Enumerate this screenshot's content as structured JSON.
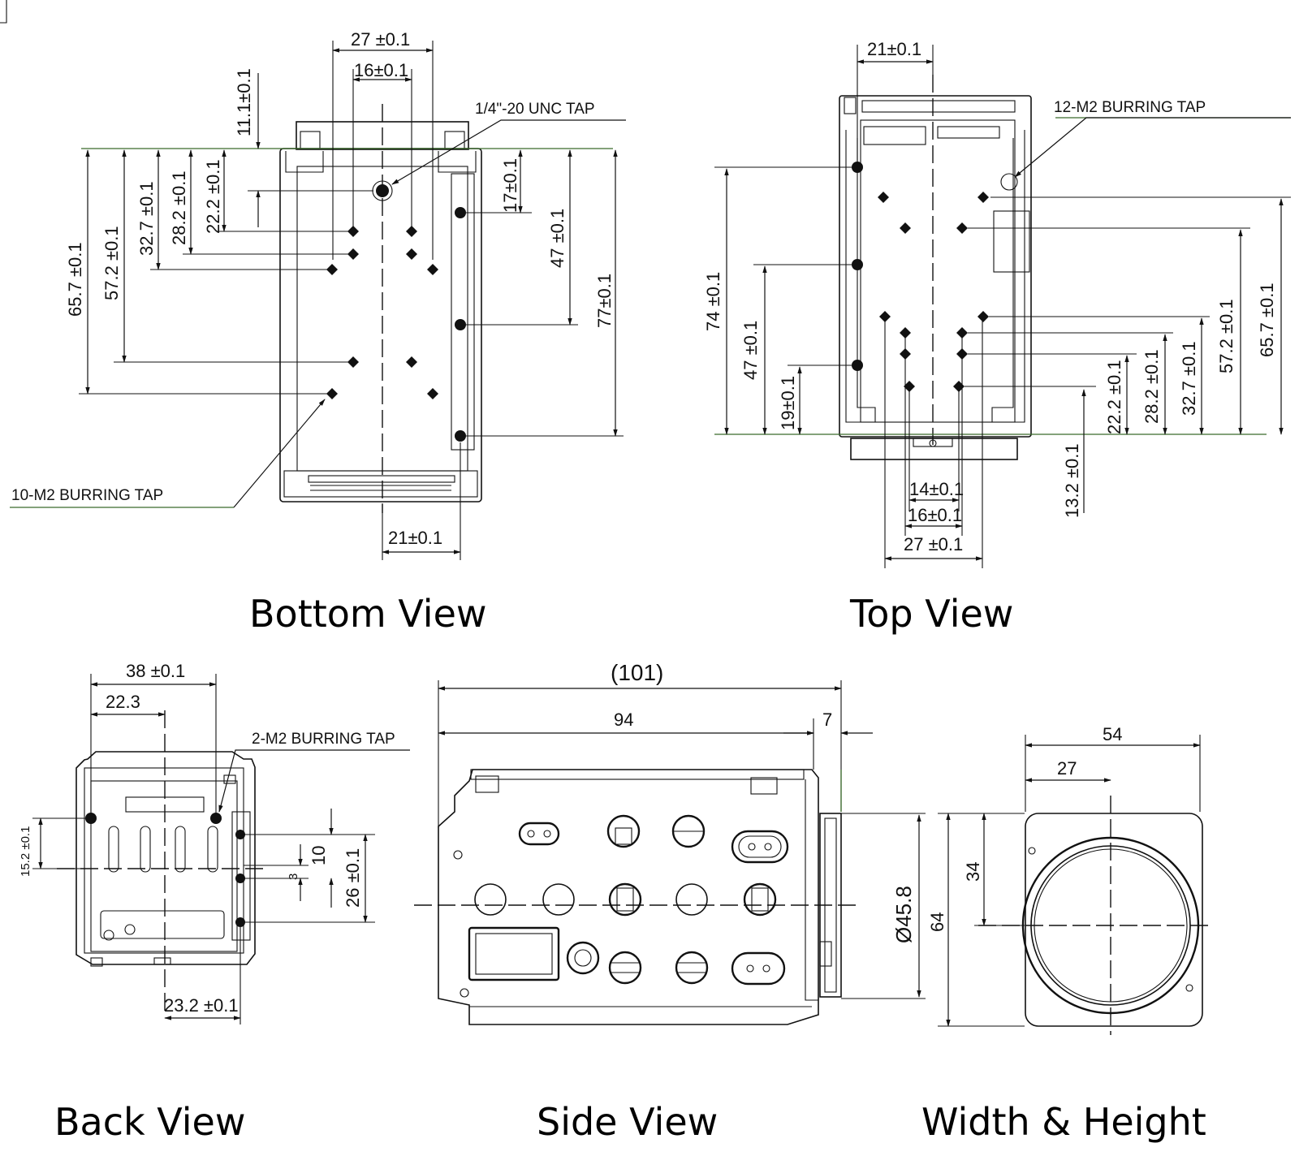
{
  "views": {
    "bottom": {
      "title": "Bottom View",
      "note_tap_1": "1/4\"-20 UNC TAP",
      "note_tap_2": "10-M2 BURRING TAP",
      "d27": "27 ±0.1",
      "d16": "16±0.1",
      "d11": "11.1±0.1",
      "d657": "65.7  ±0.1",
      "d572": "57.2  ±0.1",
      "d327": "32.7  ±0.1",
      "d282": "28.2  ±0.1",
      "d222": "22.2  ±0.1",
      "d17": "17±0.1",
      "d47": "47 ±0.1",
      "d77": "77±0.1",
      "d21": "21±0.1"
    },
    "top": {
      "title": "Top View",
      "note_tap": "12-M2 BURRING TAP",
      "d21": "21±0.1",
      "d74": "74 ±0.1",
      "d47": "47 ±0.1",
      "d19": "19±0.1",
      "d657": "65.7  ±0.1",
      "d572": "57.2  ±0.1",
      "d327": "32.7  ±0.1",
      "d282": "28.2  ±0.1",
      "d222": "22.2  ±0.1",
      "d132": "13.2 ±0.1",
      "d14": "14±0.1",
      "d16": "16±0.1",
      "d27": "27 ±0.1"
    },
    "back": {
      "title": "Back View",
      "note_tap": "2-M2 BURRING TAP",
      "d38": "38 ±0.1",
      "d223": "22.3",
      "d152": "15.2 ±0.1",
      "d10": "10",
      "d3": "3",
      "d26": "26 ±0.1",
      "d232": "23.2  ±0.1"
    },
    "side": {
      "title": "Side View",
      "d101": "(101)",
      "d94": "94",
      "d7": "7",
      "d458": "Ø45.8"
    },
    "wh": {
      "title": "Width & Height",
      "d54": "54",
      "d27": "27",
      "d34": "34",
      "d64": "64"
    }
  }
}
